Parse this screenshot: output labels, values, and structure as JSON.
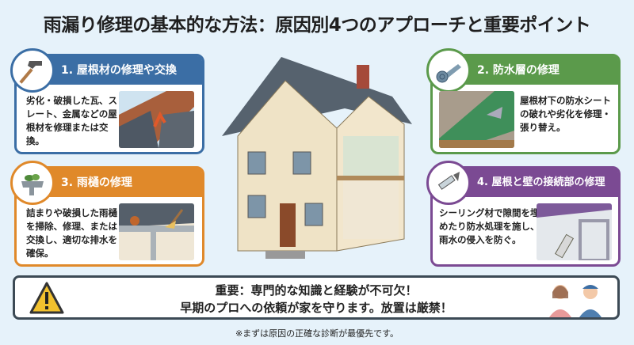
{
  "title": "雨漏り修理の基本的な方法：原因別4つのアプローチと重要ポイント",
  "cards": [
    {
      "heading": "1. 屋根材の修理や交換",
      "text": "劣化・破損した瓦、スレート、金属などの屋根材を修理または交換。",
      "icon": "hammer-icon",
      "color": "#3b6ea5"
    },
    {
      "heading": "2. 防水層の修理",
      "text": "屋根材下の防水シートの破れや劣化を修理・張り替え。",
      "icon": "membrane-roll-icon",
      "color": "#5b9a4b"
    },
    {
      "heading": "3. 雨樋の修理",
      "text": "詰まりや破損した雨樋を掃除、修理、または交換し、適切な排水を確保。",
      "icon": "gutter-icon",
      "color": "#e0892a"
    },
    {
      "heading": "4. 屋根と壁の接続部の修理",
      "text": "シーリング材で隙間を埋めたり防水処理を施し、雨水の侵入を防ぐ。",
      "icon": "caulking-gun-icon",
      "color": "#7b4a93"
    }
  ],
  "warning": {
    "line1": "重要：専門的な知識と経験が不可欠！",
    "line2": "早期のプロへの依頼が家を守ります。放置は厳禁！",
    "icon": "warning-icon"
  },
  "footnote": "※まずは原因の正確な診断が最優先です。"
}
